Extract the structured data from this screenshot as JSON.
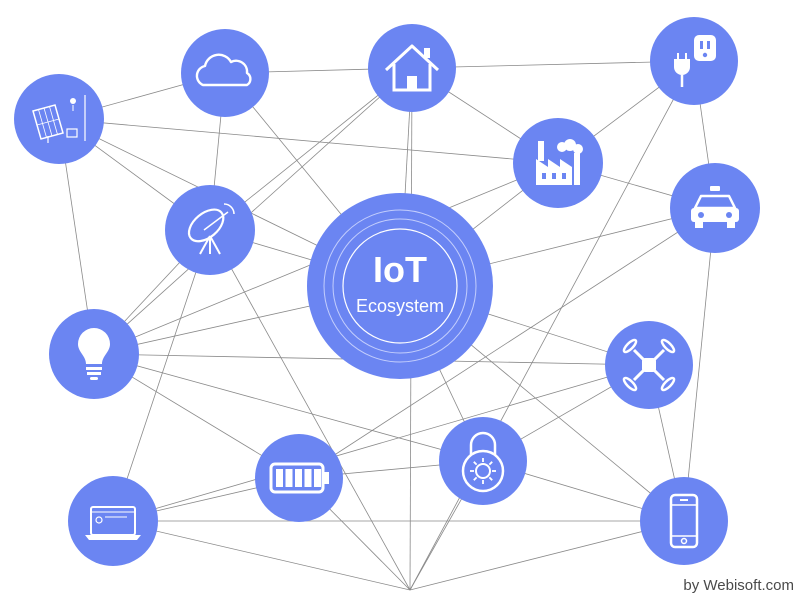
{
  "colors": {
    "node_fill": "#6b85f2",
    "edge": "#8a8a8a",
    "icon": "#ffffff",
    "ring": "#d9e0ff"
  },
  "center": {
    "title": "IoT",
    "subtitle": "Ecosystem"
  },
  "nodes": [
    {
      "id": "solar",
      "icon": "solar-panel-icon"
    },
    {
      "id": "cloud",
      "icon": "cloud-icon"
    },
    {
      "id": "home",
      "icon": "home-icon"
    },
    {
      "id": "plug",
      "icon": "plug-socket-icon"
    },
    {
      "id": "factory",
      "icon": "factory-icon"
    },
    {
      "id": "car",
      "icon": "car-icon"
    },
    {
      "id": "dish",
      "icon": "satellite-dish-icon"
    },
    {
      "id": "bulb",
      "icon": "light-bulb-icon"
    },
    {
      "id": "drone",
      "icon": "drone-icon"
    },
    {
      "id": "battery",
      "icon": "battery-icon"
    },
    {
      "id": "lock",
      "icon": "smart-lock-icon"
    },
    {
      "id": "laptop",
      "icon": "laptop-icon"
    },
    {
      "id": "phone",
      "icon": "smartphone-icon"
    }
  ],
  "edges": [
    [
      "solar",
      "cloud"
    ],
    [
      "solar",
      "dish"
    ],
    [
      "solar",
      "bulb"
    ],
    [
      "solar",
      "factory"
    ],
    [
      "solar",
      "center"
    ],
    [
      "cloud",
      "home"
    ],
    [
      "cloud",
      "dish"
    ],
    [
      "cloud",
      "center"
    ],
    [
      "home",
      "plug"
    ],
    [
      "home",
      "dish"
    ],
    [
      "home",
      "factory"
    ],
    [
      "home",
      "center"
    ],
    [
      "home",
      "bulb"
    ],
    [
      "home",
      "bottom"
    ],
    [
      "plug",
      "factory"
    ],
    [
      "plug",
      "car"
    ],
    [
      "plug",
      "bottom"
    ],
    [
      "factory",
      "car"
    ],
    [
      "factory",
      "center"
    ],
    [
      "factory",
      "bulb"
    ],
    [
      "car",
      "center"
    ],
    [
      "car",
      "phone"
    ],
    [
      "car",
      "battery"
    ],
    [
      "dish",
      "bulb"
    ],
    [
      "dish",
      "center"
    ],
    [
      "dish",
      "laptop"
    ],
    [
      "dish",
      "bottom"
    ],
    [
      "center",
      "bulb"
    ],
    [
      "center",
      "drone"
    ],
    [
      "center",
      "lock"
    ],
    [
      "center",
      "phone"
    ],
    [
      "bulb",
      "drone"
    ],
    [
      "bulb",
      "battery"
    ],
    [
      "bulb",
      "lock"
    ],
    [
      "drone",
      "lock"
    ],
    [
      "drone",
      "phone"
    ],
    [
      "drone",
      "laptop"
    ],
    [
      "battery",
      "laptop"
    ],
    [
      "battery",
      "lock"
    ],
    [
      "battery",
      "bottom"
    ],
    [
      "lock",
      "phone"
    ],
    [
      "lock",
      "bottom"
    ],
    [
      "laptop",
      "bottom"
    ],
    [
      "laptop",
      "phone"
    ],
    [
      "phone",
      "bottom"
    ]
  ],
  "credit": "by Webisoft.com"
}
